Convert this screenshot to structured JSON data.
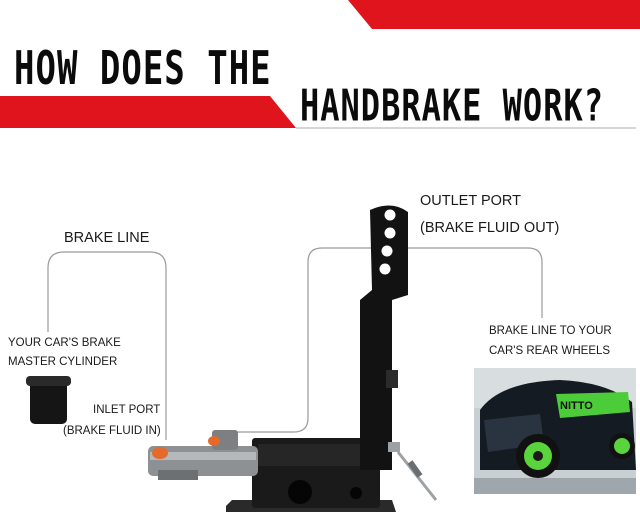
{
  "header": {
    "title_line1": "HOW DOES THE",
    "title_line2": "HANDBRAKE WORK?"
  },
  "labels": {
    "brake_line": "BRAKE LINE",
    "outlet_port": "OUTLET PORT",
    "outlet_sub": "(BRAKE FLUID OUT)",
    "master_1": "YOUR CAR'S BRAKE",
    "master_2": "MASTER CYLINDER",
    "inlet_port": "INLET PORT",
    "inlet_sub": "(BRAKE FLUID IN)",
    "rear_1": "BRAKE LINE TO YOUR",
    "rear_2": "CAR'S REAR WHEELS"
  },
  "car_decal": "NITTO",
  "colors": {
    "accent_red": "#e0141c",
    "line_gray": "#9a9a9a",
    "black": "#111111"
  }
}
